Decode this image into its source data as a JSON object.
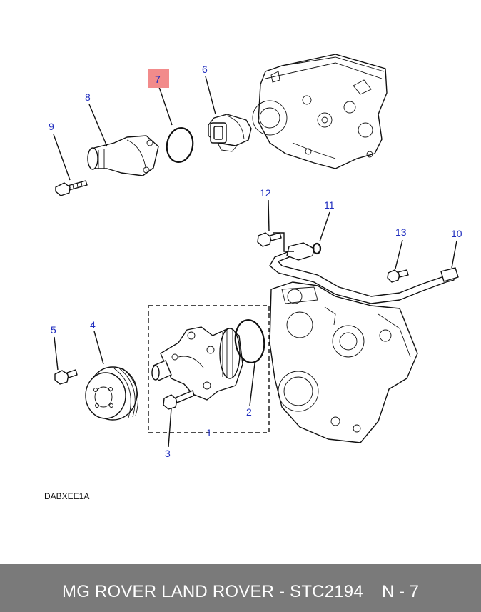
{
  "diagram": {
    "drawing_code": "DABXEE1A",
    "highlight_color": "#f28b8b",
    "callout_color": "#1f2dbf",
    "callouts": {
      "c1": "1",
      "c2": "2",
      "c3": "3",
      "c4": "4",
      "c5": "5",
      "c6": "6",
      "c7": "7",
      "c8": "8",
      "c9": "9",
      "c10": "10",
      "c11": "11",
      "c12": "12",
      "c13": "13"
    },
    "highlighted_callout": "7"
  },
  "footer": {
    "title": "MG ROVER LAND ROVER - STC2194",
    "page": "N - 7",
    "background": "#7a7a7a"
  }
}
